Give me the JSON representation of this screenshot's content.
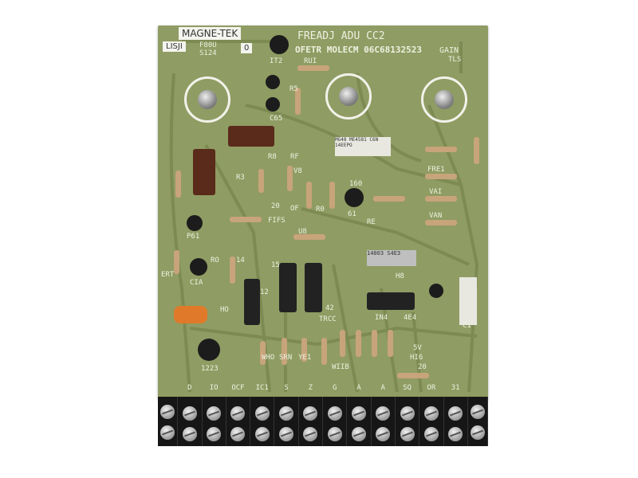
{
  "board": {
    "maker_label": "MAGNE-TEK",
    "title": "FREADJ ADU CC2",
    "subtitle": "OFETR MOLECM 06C68132523",
    "gain_label": "GAIN",
    "tls_label": "TLS",
    "sticker_left": "LISJI",
    "part_code": "F80U",
    "part_num": "S124",
    "sticker_zero": "0",
    "component_labels": [
      "IT2",
      "RUI",
      "R5",
      "C65",
      "R8",
      "RF",
      "R3",
      "V8",
      "20",
      "OF",
      "R0",
      "160",
      "61",
      "FIFS",
      "RE",
      "FRE1",
      "VAI",
      "VAN",
      "P61",
      "U8",
      "RO",
      "14",
      "15",
      "12",
      "42",
      "TRCC",
      "IN4",
      "4E4",
      "H8",
      "HO",
      "1223",
      "WHO",
      "SRN",
      "YE1",
      "WIIB",
      "HI6",
      "5V",
      "20",
      "C1",
      "ERT",
      "CIA"
    ],
    "resistor_label_1": "MG48 ME4581 C6N 14EEPO",
    "resistor_label_2": "14003 S4E3"
  },
  "terminals": [
    "D",
    "IO",
    "OCF",
    "IC1",
    "S",
    "Z",
    "G",
    "A",
    "A",
    "SQ",
    "OR",
    "31"
  ],
  "colors": {
    "board": "#8f9c63",
    "silkscreen": "#eef0e0",
    "terminal_block": "#161616"
  }
}
